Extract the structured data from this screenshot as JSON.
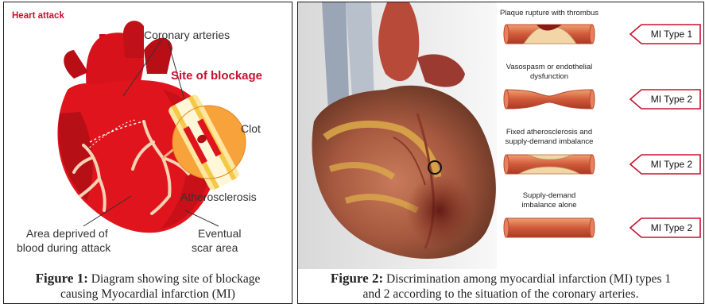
{
  "figure1": {
    "header": "Heart attack",
    "labels": {
      "coronary_arteries": "Coronary arteries",
      "site_of_blockage": "Site of blockage",
      "clot": "Clot",
      "atherosclerosis": "Atherosclerosis",
      "area_deprived_line1": "Area deprived of",
      "area_deprived_line2": "blood during attack",
      "eventual_line1": "Eventual",
      "eventual_line2": "scar area"
    },
    "caption_label": "Figure 1:",
    "caption_line1": "Diagram showing site of blockage",
    "caption_line2": "causing Myocardial infarction (MI)"
  },
  "figure2": {
    "rows": [
      {
        "title_lines": [
          "Plaque rupture with thrombus"
        ],
        "tag": "MI Type 1"
      },
      {
        "title_lines": [
          "Vasospasm or endothelial",
          "dysfunction"
        ],
        "tag": "MI Type 2"
      },
      {
        "title_lines": [
          "Fixed atherosclerosis and",
          "supply-demand imbalance"
        ],
        "tag": "MI Type 2"
      },
      {
        "title_lines": [
          "Supply-demand",
          "imbalance alone"
        ],
        "tag": "MI Type 2"
      }
    ],
    "caption_label": "Figure 2:",
    "caption_line1": "Discrimination among myocardial infarction (MI) types 1",
    "caption_line2": "and 2 according to the situation of the coronary arteries."
  },
  "colors": {
    "red": "#e0141c",
    "dark_red": "#8a0a10",
    "orange": "#f7a23a",
    "label_red": "#c8102e",
    "vessel": "#d46a4a"
  }
}
